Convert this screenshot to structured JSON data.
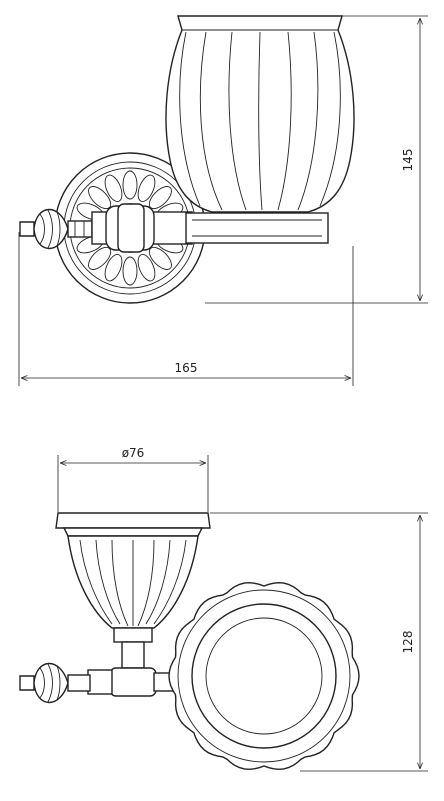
{
  "dimensions": {
    "front_height": "145",
    "front_width": "165",
    "cup_diameter": "ø76",
    "plate_height": "128"
  },
  "colors": {
    "line": "#222222",
    "background": "#ffffff"
  }
}
